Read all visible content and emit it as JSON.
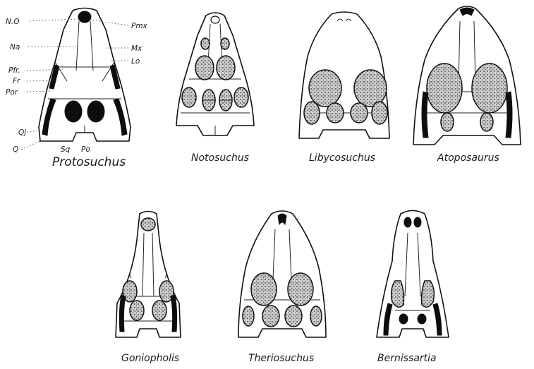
{
  "skulls": [
    {
      "name": "Protosuchus"
    },
    {
      "name": "Notosuchus"
    },
    {
      "name": "Libycosuchus"
    },
    {
      "name": "Atoposaurus"
    },
    {
      "name": "Goniopholis"
    },
    {
      "name": "Theriosuchus"
    },
    {
      "name": "Bernissartia"
    }
  ],
  "bone_labels": {
    "left": [
      "N.O",
      "Na",
      "Pfr.",
      "Fr",
      "Por",
      "Qj",
      "Q"
    ],
    "right": [
      "Pmx",
      "Mx",
      "Lo"
    ],
    "bottom": [
      "Sq",
      "Po"
    ]
  }
}
